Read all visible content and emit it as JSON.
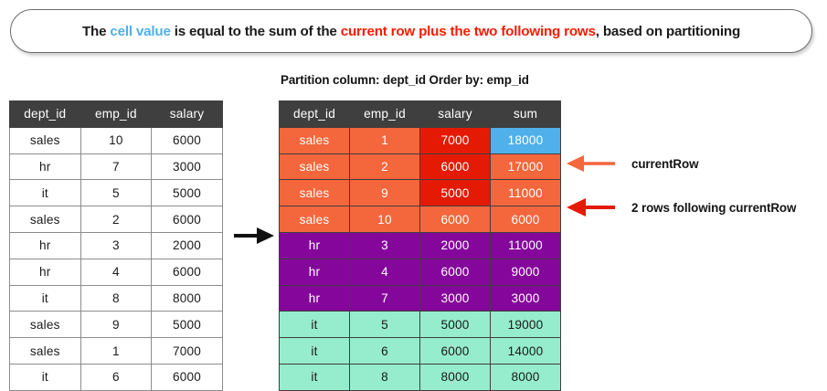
{
  "banner": {
    "segments": [
      {
        "text": "The ",
        "style": "dark"
      },
      {
        "text": "cell value",
        "style": "blue"
      },
      {
        "text": " is equal to the sum of the ",
        "style": "dark"
      },
      {
        "text": "current row plus the two following rows",
        "style": "red"
      },
      {
        "text": ", based on partitioning",
        "style": "dark"
      }
    ],
    "full_text": "The cell value is equal to the sum of the current row plus the two following rows, based on partitioning"
  },
  "partition_caption": "Partition column: dept_id Order by: emp_id",
  "flow_arrow_icon": "arrow-right-icon",
  "input_table": {
    "headers": [
      "dept_id",
      "emp_id",
      "salary"
    ],
    "rows": [
      [
        "sales",
        "10",
        "6000"
      ],
      [
        "hr",
        "7",
        "3000"
      ],
      [
        "it",
        "5",
        "5000"
      ],
      [
        "sales",
        "2",
        "6000"
      ],
      [
        "hr",
        "3",
        "2000"
      ],
      [
        "hr",
        "4",
        "6000"
      ],
      [
        "it",
        "8",
        "8000"
      ],
      [
        "sales",
        "9",
        "5000"
      ],
      [
        "sales",
        "1",
        "7000"
      ],
      [
        "it",
        "6",
        "6000"
      ]
    ]
  },
  "output_table": {
    "headers": [
      "dept_id",
      "emp_id",
      "salary",
      "sum"
    ],
    "rows": [
      {
        "cells": [
          "sales",
          "1",
          "7000",
          "18000"
        ],
        "colors": [
          "orange",
          "orange",
          "red",
          "blue"
        ]
      },
      {
        "cells": [
          "sales",
          "2",
          "6000",
          "17000"
        ],
        "colors": [
          "orange",
          "orange",
          "red",
          "orange"
        ]
      },
      {
        "cells": [
          "sales",
          "9",
          "5000",
          "11000"
        ],
        "colors": [
          "orange",
          "orange",
          "red",
          "orange"
        ]
      },
      {
        "cells": [
          "sales",
          "10",
          "6000",
          "6000"
        ],
        "colors": [
          "orange",
          "orange",
          "orange",
          "orange"
        ]
      },
      {
        "cells": [
          "hr",
          "3",
          "2000",
          "11000"
        ],
        "colors": [
          "purple",
          "purple",
          "purple",
          "purple"
        ]
      },
      {
        "cells": [
          "hr",
          "4",
          "6000",
          "9000"
        ],
        "colors": [
          "purple",
          "purple",
          "purple",
          "purple"
        ]
      },
      {
        "cells": [
          "hr",
          "7",
          "3000",
          "3000"
        ],
        "colors": [
          "purple",
          "purple",
          "purple",
          "purple"
        ]
      },
      {
        "cells": [
          "it",
          "5",
          "5000",
          "19000"
        ],
        "colors": [
          "teal",
          "teal",
          "teal",
          "teal"
        ]
      },
      {
        "cells": [
          "it",
          "6",
          "6000",
          "14000"
        ],
        "colors": [
          "teal",
          "teal",
          "teal",
          "teal"
        ]
      },
      {
        "cells": [
          "it",
          "8",
          "8000",
          "8000"
        ],
        "colors": [
          "teal",
          "teal",
          "teal",
          "teal"
        ]
      }
    ]
  },
  "annotations": [
    {
      "label": "currentRow",
      "icon": "arrow-left-icon",
      "color": "#f4663c"
    },
    {
      "label": "2 rows following currentRow",
      "icon": "arrow-left-icon",
      "color": "#e51a05"
    }
  ],
  "colors": {
    "orange": "#f4663c",
    "red": "#e51a05",
    "blue": "#4fb0ea",
    "purple": "#84069a",
    "teal": "#95edce",
    "header_gray": "#3f3f3f",
    "banner_blue": "#4fb0ea",
    "banner_red": "#fb1a00"
  },
  "chart_data": {
    "type": "table",
    "title": "The cell value is equal to the sum of the current row plus the two following rows, based on partitioning",
    "subtitle": "Partition column: dept_id Order by: emp_id",
    "input": {
      "columns": [
        "dept_id",
        "emp_id",
        "salary"
      ],
      "rows": [
        [
          "sales",
          10,
          6000
        ],
        [
          "hr",
          7,
          3000
        ],
        [
          "it",
          5,
          5000
        ],
        [
          "sales",
          2,
          6000
        ],
        [
          "hr",
          3,
          2000
        ],
        [
          "hr",
          4,
          6000
        ],
        [
          "it",
          8,
          8000
        ],
        [
          "sales",
          9,
          5000
        ],
        [
          "sales",
          1,
          7000
        ],
        [
          "it",
          6,
          6000
        ]
      ]
    },
    "output": {
      "columns": [
        "dept_id",
        "emp_id",
        "salary",
        "sum"
      ],
      "rows": [
        [
          "sales",
          1,
          7000,
          18000
        ],
        [
          "sales",
          2,
          6000,
          17000
        ],
        [
          "sales",
          9,
          5000,
          11000
        ],
        [
          "sales",
          10,
          6000,
          6000
        ],
        [
          "hr",
          3,
          2000,
          11000
        ],
        [
          "hr",
          4,
          6000,
          9000
        ],
        [
          "hr",
          7,
          3000,
          3000
        ],
        [
          "it",
          5,
          5000,
          19000
        ],
        [
          "it",
          6,
          6000,
          14000
        ],
        [
          "it",
          8,
          8000,
          8000
        ]
      ]
    }
  }
}
